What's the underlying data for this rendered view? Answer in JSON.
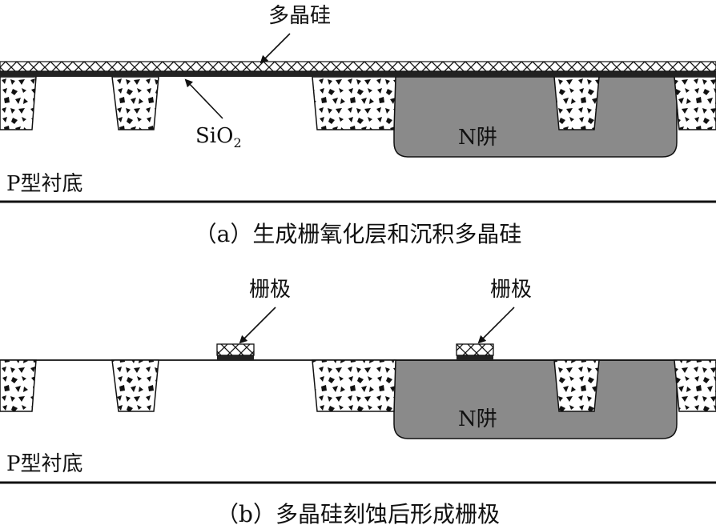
{
  "panel_a": {
    "label_poly": "多晶硅",
    "label_oxide": "SiO",
    "label_oxide_sub": "2",
    "label_nwell": "N阱",
    "label_substrate": "P型衬底",
    "caption": "（a）生成栅氧化层和沉积多晶硅"
  },
  "panel_b": {
    "label_gate_left": "栅极",
    "label_gate_right": "栅极",
    "label_nwell": "N阱",
    "label_substrate": "P型衬底",
    "caption": "（b）多晶硅刻蚀后形成栅极"
  },
  "colors": {
    "nwell": "#8a8a8a",
    "line": "#111111",
    "background": "#ffffff"
  }
}
